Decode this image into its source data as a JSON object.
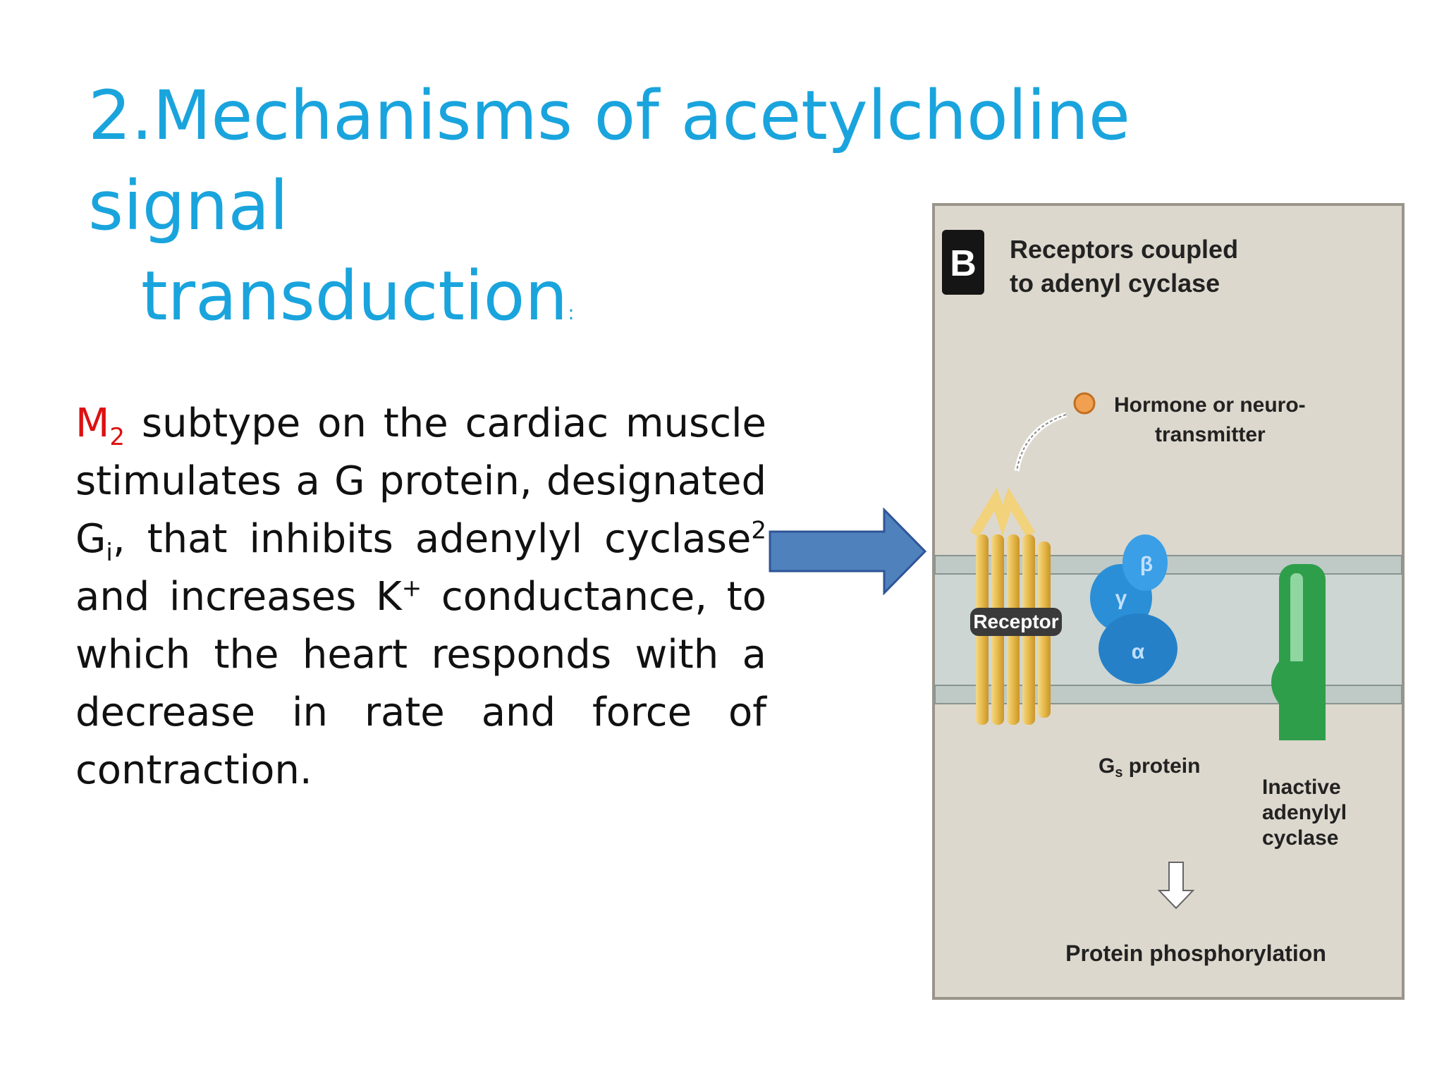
{
  "slide": {
    "title": {
      "line1": "2.Mechanisms of acetylcholine signal",
      "line2": "transduction",
      "colon": ":"
    },
    "body": {
      "m_label": "M",
      "m_sub": "2",
      "text1": " subtype on the cardiac muscle stimulates a G protein, designated G",
      "gi_sub": "i",
      "text2": ", that inhibits adenylyl cyclase",
      "sup2": "2",
      "text3": " and increases K",
      "k_sup": "+",
      "text4": " conductance, to which the heart responds with a decrease in rate and force of contraction."
    },
    "figure": {
      "panel_letter": "B",
      "heading_line1": "Receptors coupled",
      "heading_line2": "to adenyl cyclase",
      "ligand_line1": "Hormone or neuro-",
      "ligand_line2": "transmitter",
      "receptor_label": "Receptor",
      "gamma": "γ",
      "beta": "β",
      "alpha": "α",
      "gprotein_main": "G",
      "gprotein_sub": "s",
      "gprotein_rest": " protein",
      "cyclase_line1": "Inactive",
      "cyclase_line2": "adenylyl",
      "cyclase_line3": "cyclase",
      "bottom_label": "Protein phosphorylation"
    },
    "colors": {
      "title": "#1aa4dd",
      "accent_red": "#dd1111",
      "arrow_fill": "#4f81bd",
      "figure_bg": "#ddd8cd",
      "receptor": "#e6b94a",
      "gprotein": "#2a8fd6",
      "cyclase": "#2e9e4a"
    }
  }
}
